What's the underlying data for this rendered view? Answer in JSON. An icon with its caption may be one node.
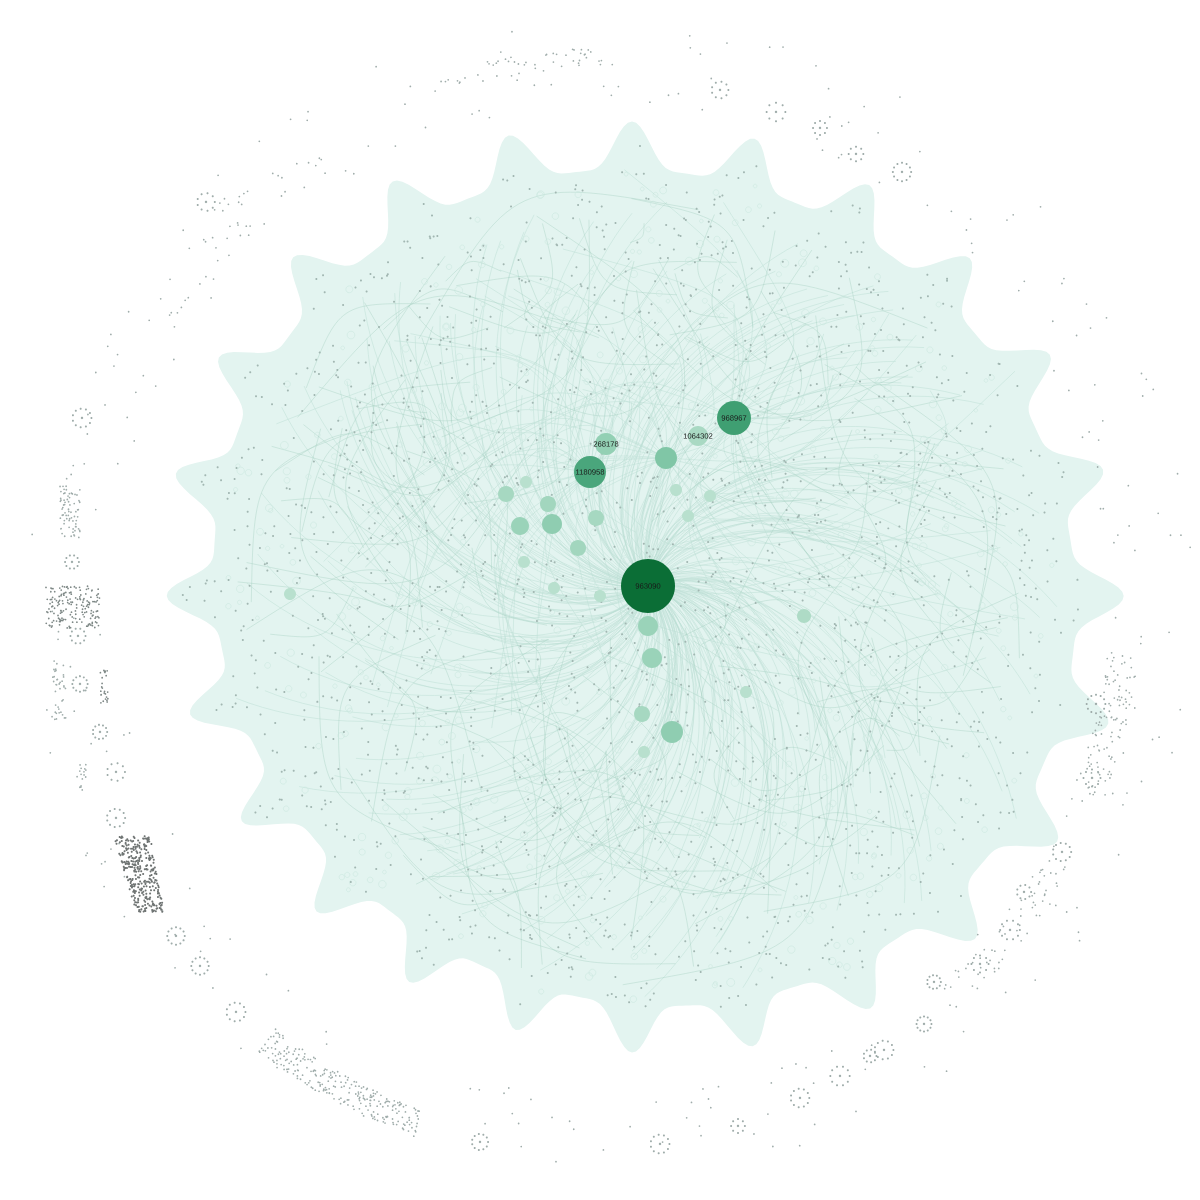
{
  "diagram": {
    "nodes": [
      {
        "text": [
          "968967"
        ]
      },
      {
        "text": [
          "1064302"
        ]
      },
      {
        "text": [
          "268178"
        ]
      },
      {
        "text": [],
        "shape": "circle"
      },
      {
        "text": [
          "1180958"
        ]
      },
      {
        "text": [],
        "shape": "circle"
      },
      {
        "text": [],
        "shape": "circle"
      },
      {
        "text": [],
        "shape": "circle"
      },
      {
        "text": [],
        "shape": "circle"
      },
      {
        "text": [],
        "shape": "circle"
      },
      {
        "text": [],
        "shape": "circle"
      },
      {
        "text": [],
        "shape": "circle"
      },
      {
        "text": [],
        "shape": "circle"
      },
      {
        "text": [],
        "shape": "circle"
      },
      {
        "text": [],
        "shape": "circle"
      },
      {
        "text": [],
        "shape": "circle"
      },
      {
        "text": [
          "963090"
        ]
      },
      {
        "text": [],
        "shape": "circle"
      },
      {
        "text": [],
        "shape": "circle"
      },
      {
        "text": [],
        "shape": "circle"
      },
      {
        "text": [],
        "shape": "circle"
      },
      {
        "text": [],
        "shape": "circle"
      },
      {
        "text": [],
        "shape": "circle"
      },
      {
        "text": [],
        "shape": "circle"
      },
      {
        "text": [],
        "shape": "circle"
      },
      {
        "text": [],
        "shape": "circle"
      },
      {
        "text": [],
        "shape": "circle"
      }
    ]
  }
}
